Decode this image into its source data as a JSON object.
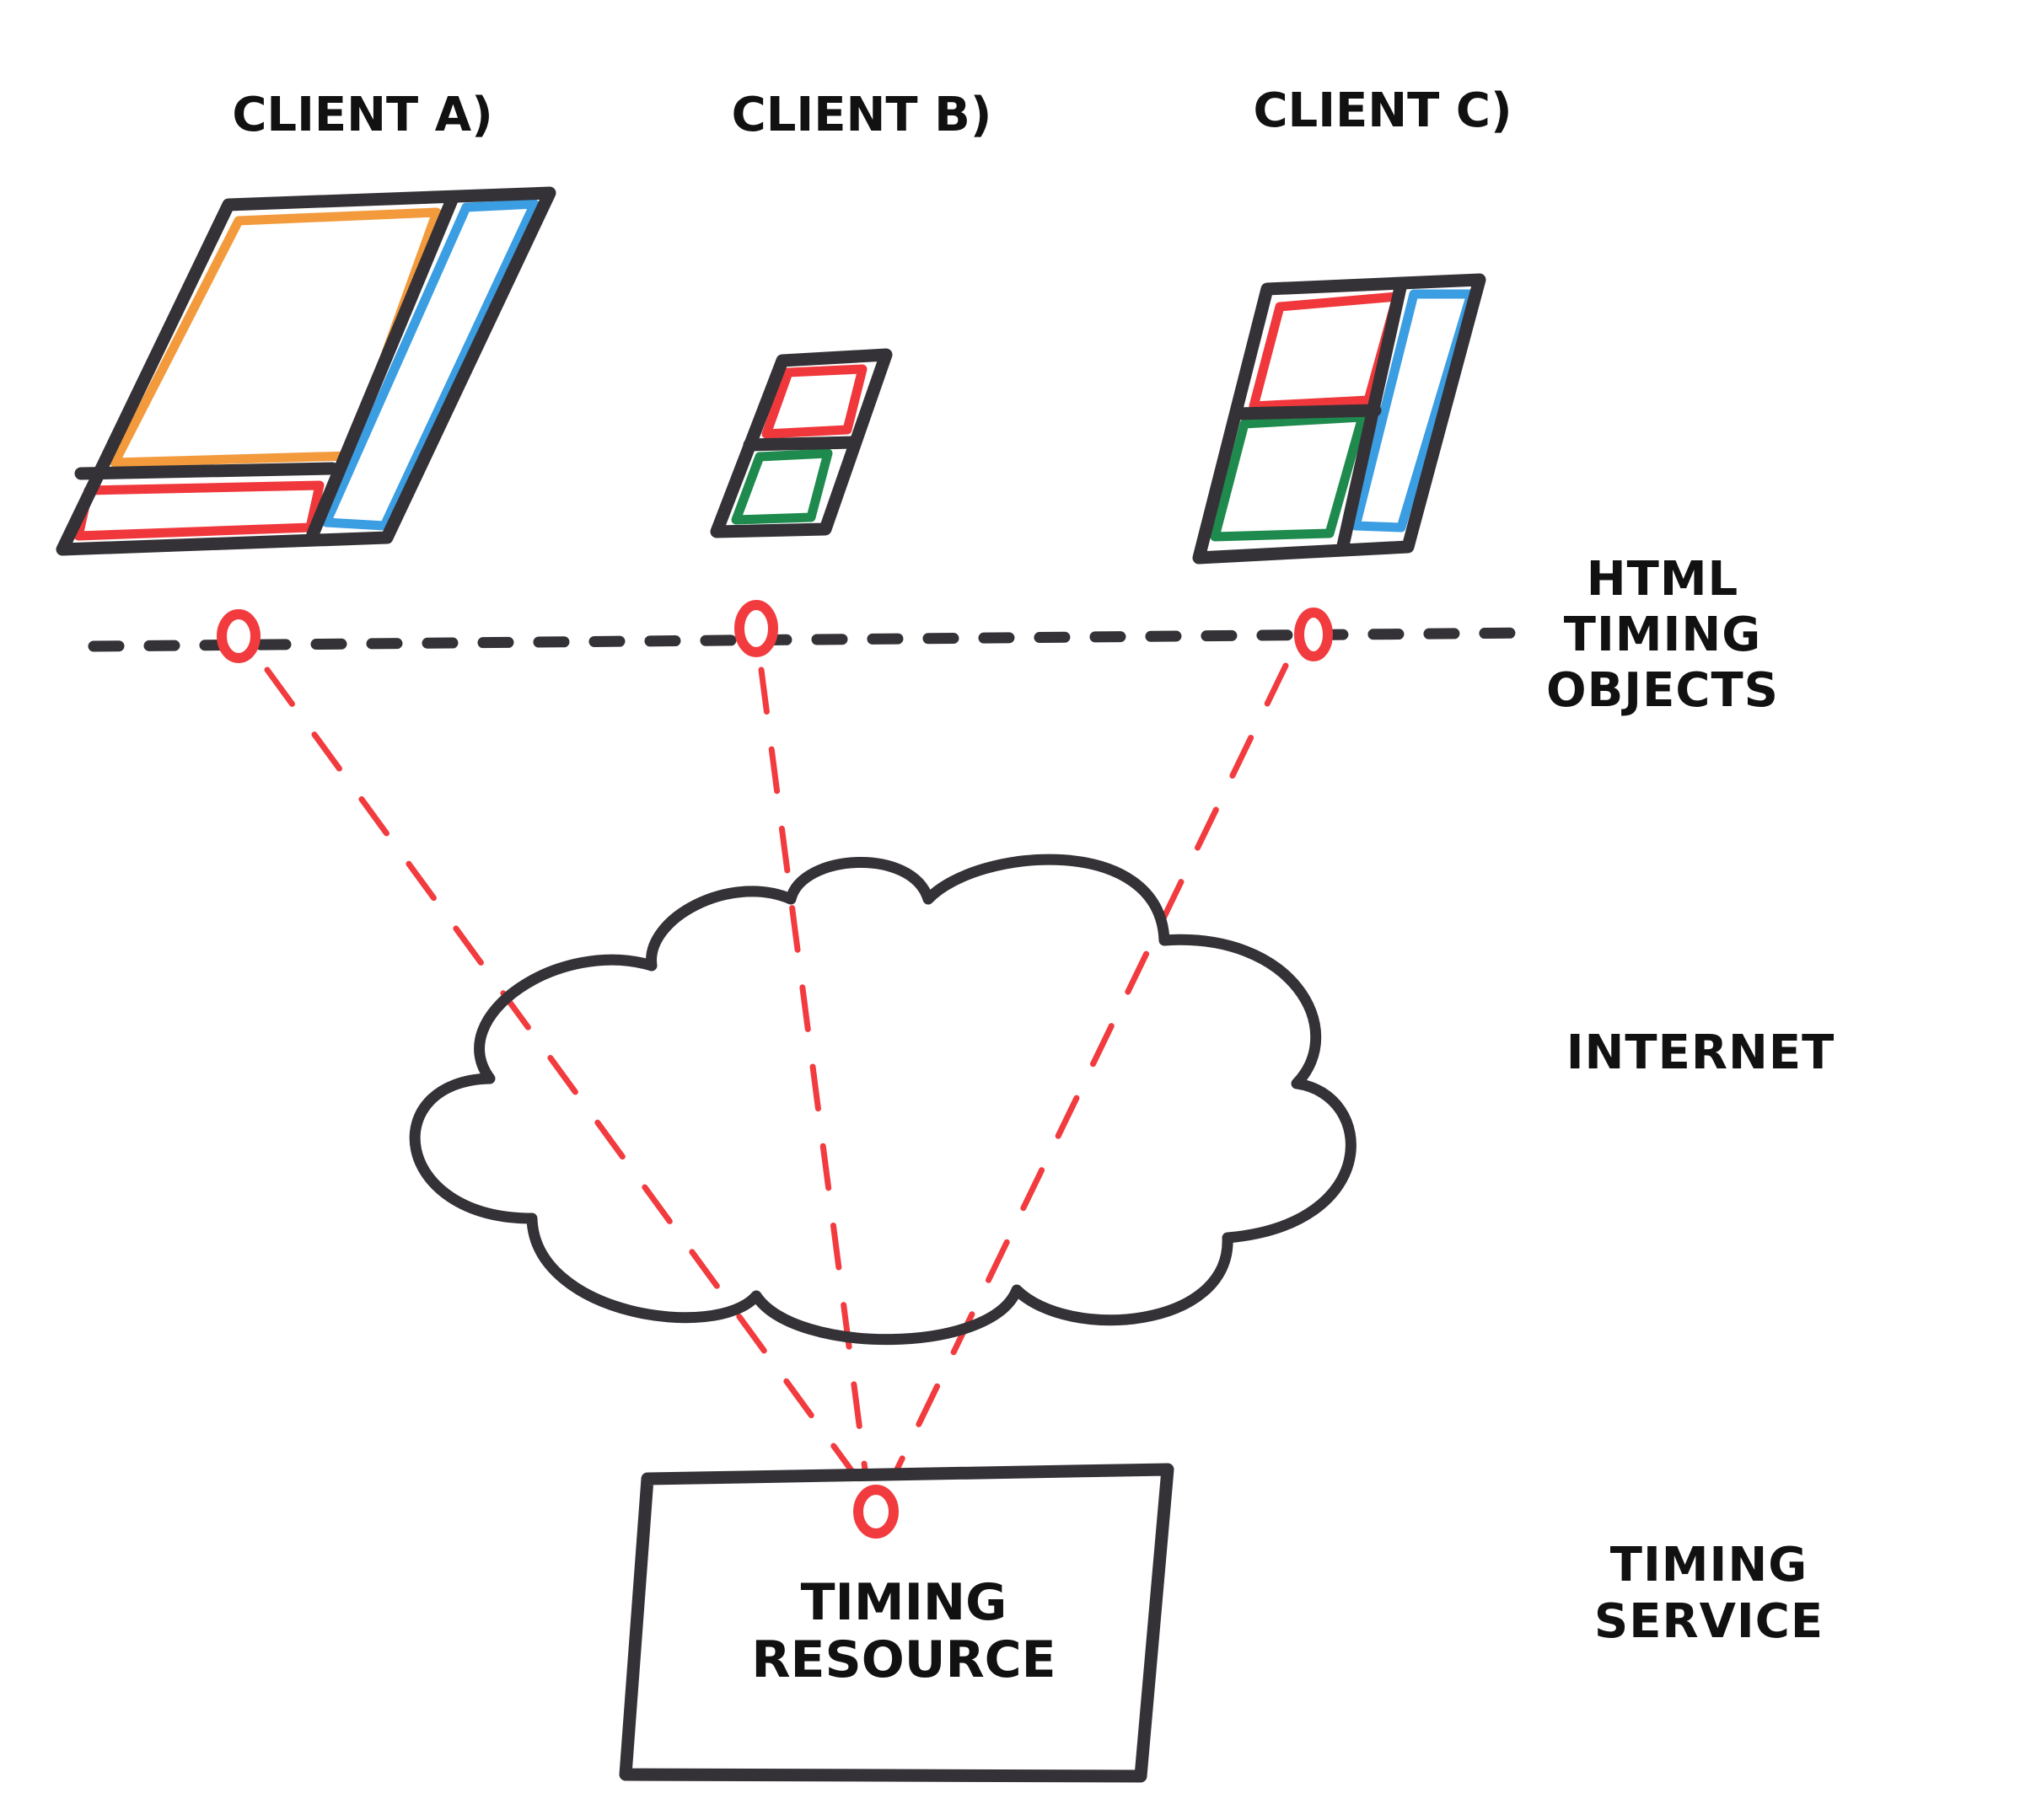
{
  "diagram": {
    "type": "hand-drawn architecture sketch",
    "clients": [
      {
        "id": "a",
        "label": "CLIENT A)",
        "device": "laptop-style screen",
        "panels": [
          "orange",
          "red",
          "blue"
        ]
      },
      {
        "id": "b",
        "label": "CLIENT B)",
        "device": "phone-style screen",
        "panels": [
          "red",
          "green"
        ]
      },
      {
        "id": "c",
        "label": "CLIENT C)",
        "device": "tablet-style screen",
        "panels": [
          "red",
          "green",
          "blue"
        ]
      }
    ],
    "layers": {
      "timing_objects": {
        "lines": [
          "HTML",
          "TIMING",
          "OBJECTS"
        ]
      },
      "internet": {
        "label": "INTERNET"
      },
      "timing_service": {
        "lines": [
          "TIMING",
          "SERVICE"
        ]
      }
    },
    "resource": {
      "lines": [
        "TIMING",
        "RESOURCE"
      ]
    },
    "connections": [
      {
        "from": "client-a-timing-object",
        "to": "timing-resource",
        "style": "red dashed"
      },
      {
        "from": "client-b-timing-object",
        "to": "timing-resource",
        "style": "red dashed"
      },
      {
        "from": "client-c-timing-object",
        "to": "timing-resource",
        "style": "red dashed"
      }
    ],
    "colors": {
      "ink": "#343236",
      "orange": "#f39a3c",
      "blue": "#3b9de2",
      "red": "#f0383c",
      "green": "#1f8a4d",
      "link_red": "#f23b3e"
    }
  }
}
